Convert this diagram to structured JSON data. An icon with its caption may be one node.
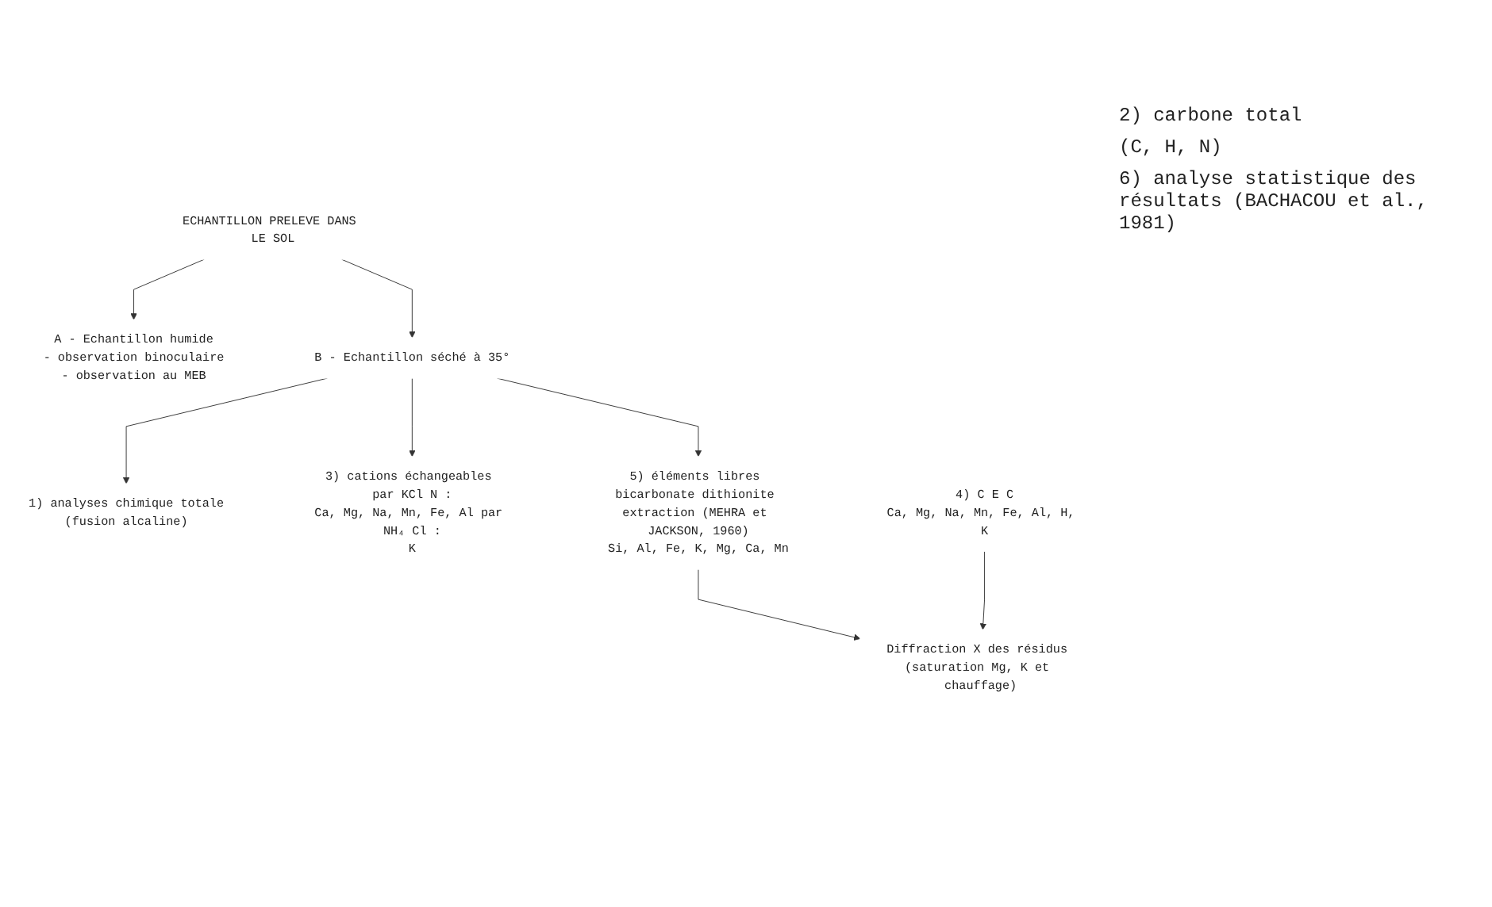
{
  "diagram": {
    "nodes": [
      {
        "text": [
          "ECHANTILLON PRELEVE DANS LE SOL"
        ]
      },
      {
        "text": [
          "A - Echantillon humide",
          "- observation binoculaire",
          "- observation au MEB"
        ]
      },
      {
        "text": [
          "B - Echantillon séché à 35°"
        ]
      },
      {
        "text": [
          "1) analyses chimique totale",
          "(fusion alcaline)"
        ]
      },
      {
        "text": [
          "3) cations échangeables par KCl N :",
          "Ca, Mg, Na, Mn, Fe, Al par NH₄ Cl :",
          "K"
        ]
      },
      {
        "text": [
          "5) éléments libres bicarbonate dithionite extraction (MEHRA et JACKSON, 1960)",
          "Si, Al, Fe, K, Mg, Ca, Mn"
        ]
      },
      {
        "text": [
          "4) C E C",
          "Ca, Mg, Na, Mn, Fe, Al, H, K"
        ]
      },
      {
        "text": [
          "Diffraction X des résidus (saturation Mg, K et chauffage)"
        ]
      }
    ],
    "edges": [
      {
        "from": 0,
        "to": 1,
        "arrow": "to"
      },
      {
        "from": 0,
        "to": 2,
        "arrow": "to"
      },
      {
        "from": 2,
        "to": 3,
        "arrow": "to"
      },
      {
        "from": 2,
        "to": 4,
        "arrow": "to"
      },
      {
        "from": 2,
        "to": 5,
        "arrow": "to"
      },
      {
        "from": 5,
        "to": 7,
        "arrow": "to"
      },
      {
        "from": 6,
        "to": 7,
        "arrow": "to"
      }
    ],
    "labels": [
      "2) carbone total",
      "(C, H, N)",
      "6) analyse statistique des résultats (BACHACOU et al., 1981)"
    ]
  }
}
